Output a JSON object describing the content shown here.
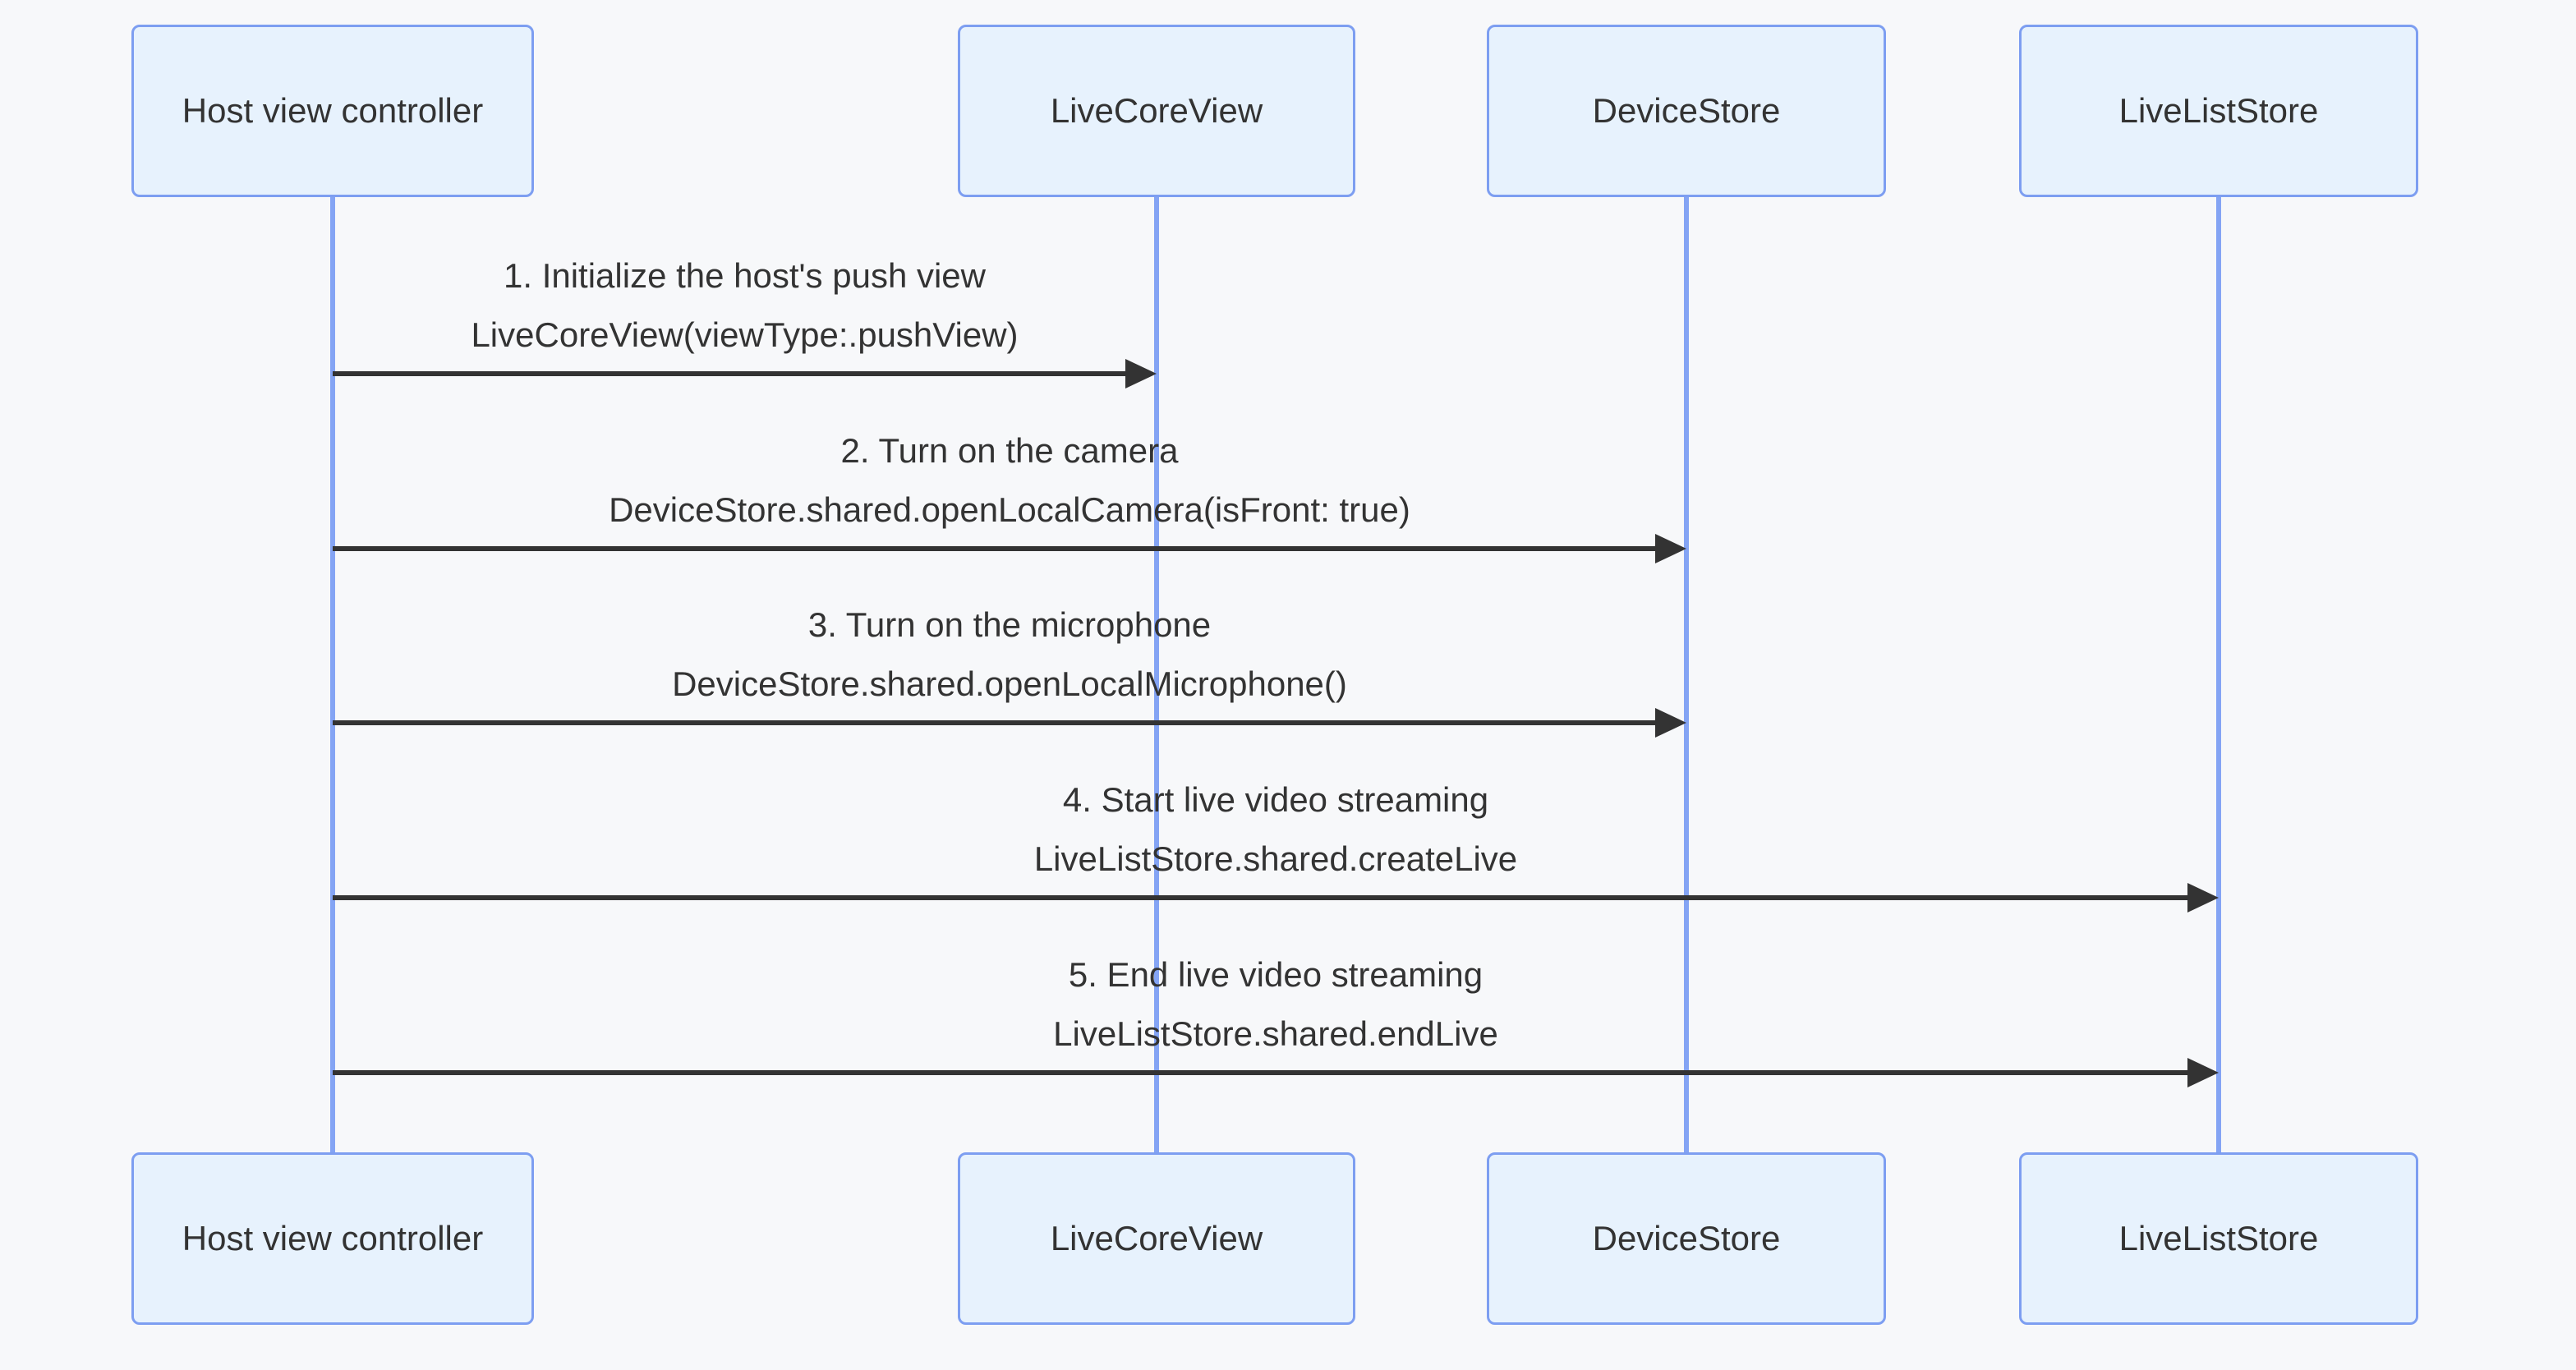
{
  "diagram": {
    "type": "sequence-diagram",
    "participants": [
      {
        "id": "host-view-controller",
        "label": "Host view controller"
      },
      {
        "id": "live-core-view",
        "label": "LiveCoreView"
      },
      {
        "id": "device-store",
        "label": "DeviceStore"
      },
      {
        "id": "live-list-store",
        "label": "LiveListStore"
      }
    ],
    "messages": [
      {
        "from": "Host view controller",
        "to": "LiveCoreView",
        "title": "1. Initialize the host's push view",
        "code": "LiveCoreView(viewType:.pushView)"
      },
      {
        "from": "Host view controller",
        "to": "DeviceStore",
        "title": "2. Turn on the camera",
        "code": "DeviceStore.shared.openLocalCamera(isFront: true)"
      },
      {
        "from": "Host view controller",
        "to": "DeviceStore",
        "title": "3. Turn on the microphone",
        "code": "DeviceStore.shared.openLocalMicrophone()"
      },
      {
        "from": "Host view controller",
        "to": "LiveListStore",
        "title": "4. Start live video streaming",
        "code": "LiveListStore.shared.createLive"
      },
      {
        "from": "Host view controller",
        "to": "LiveListStore",
        "title": "5. End live video streaming",
        "code": "LiveListStore.shared.endLive"
      }
    ],
    "colors": {
      "background": "#F7F8FA",
      "participant_fill": "#E7F2FD",
      "participant_border": "#7D9EF1",
      "lifeline": "#84A4F4",
      "arrow": "#333333",
      "text": "#333333"
    }
  }
}
